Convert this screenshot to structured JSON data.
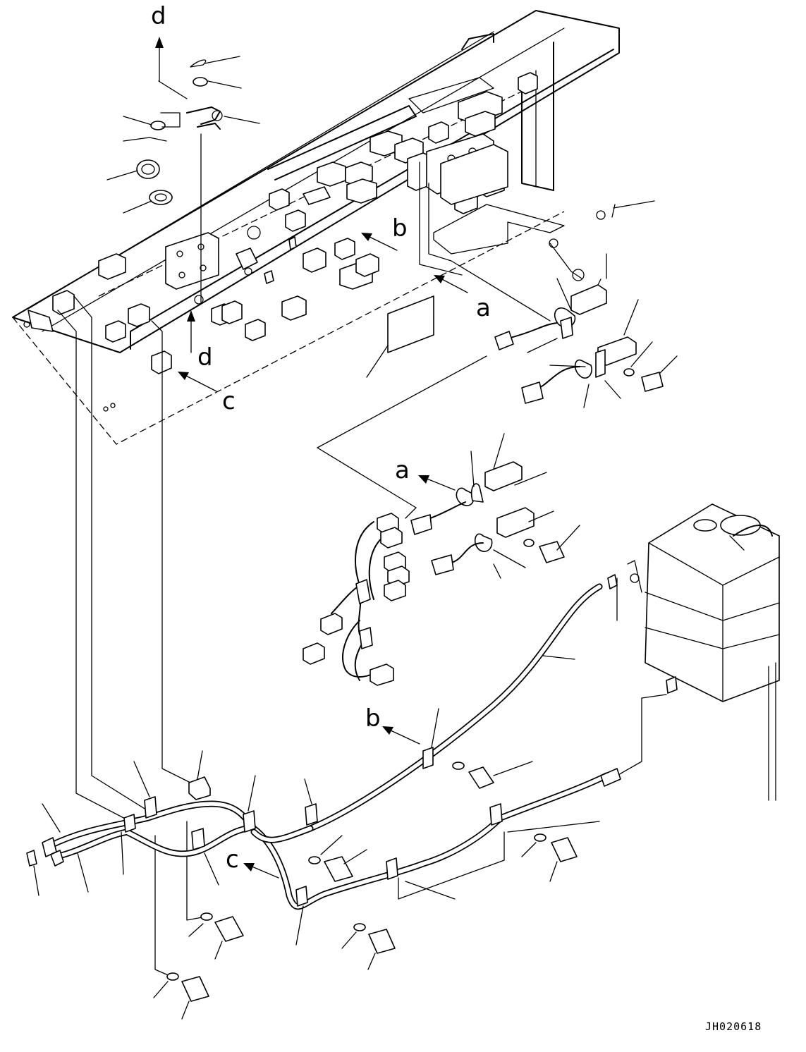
{
  "figure": {
    "drawing_code": "JH020618",
    "labels": {
      "a_top": "a",
      "a_mid": "a",
      "b_top": "b",
      "b_bottom": "b",
      "c_top": "c",
      "c_bottom": "c",
      "d_top": "d",
      "d_mid": "d"
    }
  }
}
